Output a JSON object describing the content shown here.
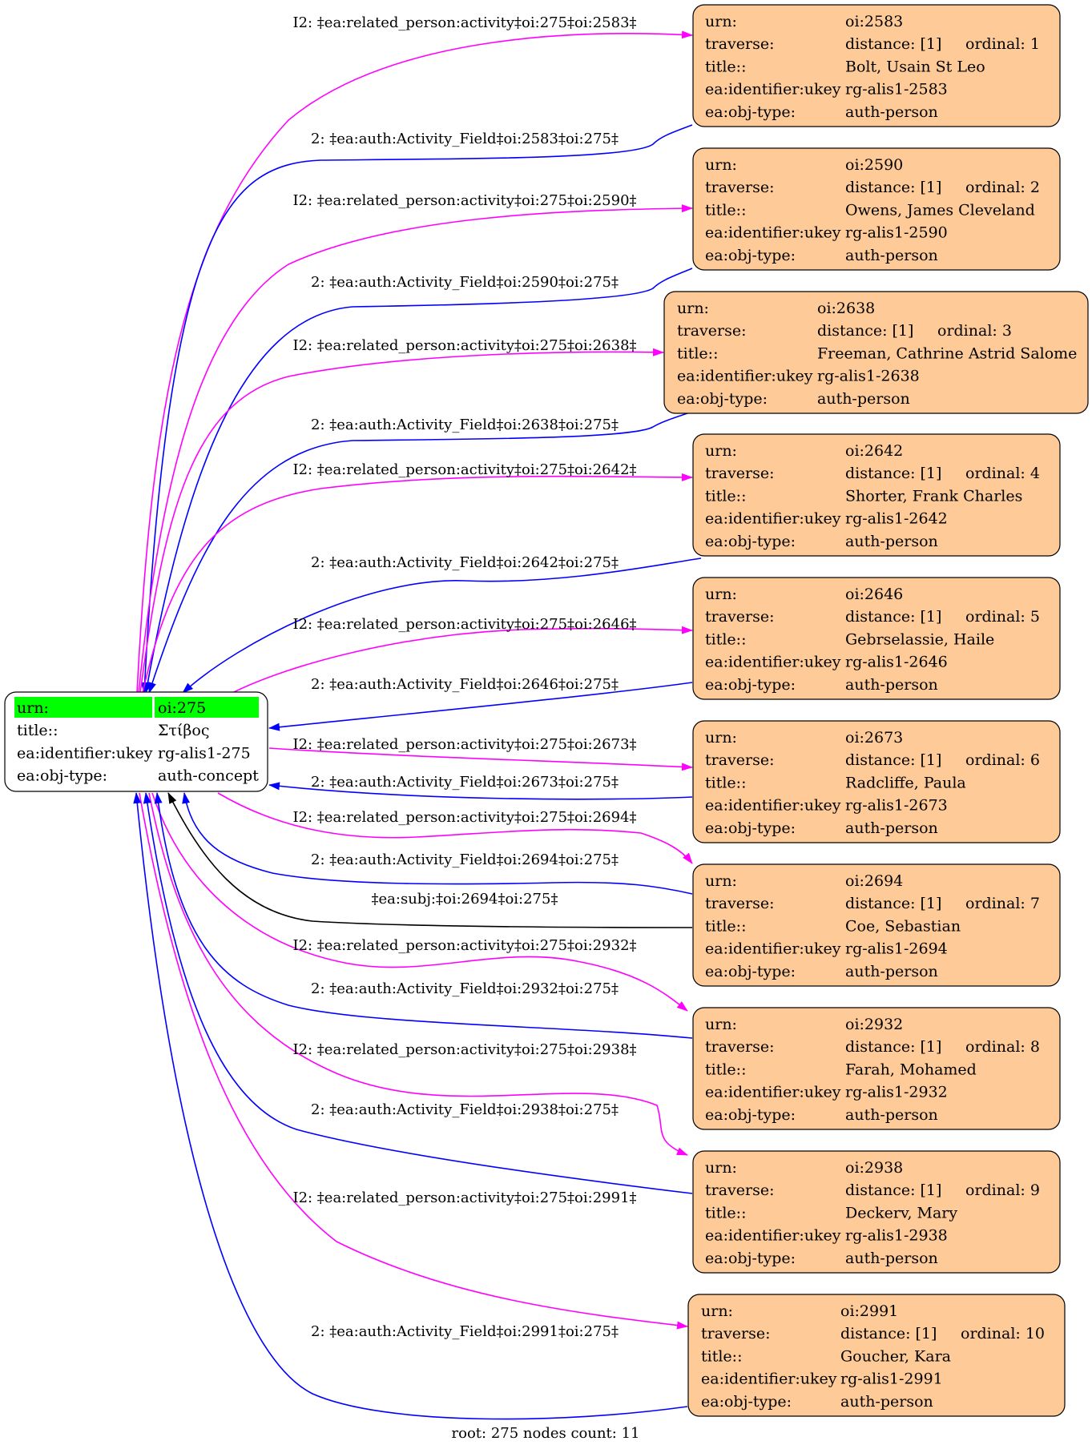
{
  "root": {
    "rows": [
      {
        "key": "urn:",
        "value": "oi:275",
        "highlight": true
      },
      {
        "key": "title::",
        "value": "Στίβος"
      },
      {
        "key": "ea:identifier:ukey",
        "value": "rg-alis1-275"
      },
      {
        "key": "ea:obj-type:",
        "value": "auth-concept"
      }
    ]
  },
  "nodes": [
    {
      "urn": "oi:2583",
      "distance": "distance: [1]",
      "ordinal": "ordinal: 1",
      "title": "Bolt, Usain St Leo",
      "ukey": "rg-alis1-2583",
      "objtype": "auth-person"
    },
    {
      "urn": "oi:2590",
      "distance": "distance: [1]",
      "ordinal": "ordinal: 2",
      "title": "Owens, James Cleveland",
      "ukey": "rg-alis1-2590",
      "objtype": "auth-person"
    },
    {
      "urn": "oi:2638",
      "distance": "distance: [1]",
      "ordinal": "ordinal: 3",
      "title": "Freeman, Cathrine Astrid Salome",
      "ukey": "rg-alis1-2638",
      "objtype": "auth-person"
    },
    {
      "urn": "oi:2642",
      "distance": "distance: [1]",
      "ordinal": "ordinal: 4",
      "title": "Shorter, Frank Charles",
      "ukey": "rg-alis1-2642",
      "objtype": "auth-person"
    },
    {
      "urn": "oi:2646",
      "distance": "distance: [1]",
      "ordinal": "ordinal: 5",
      "title": "Gebrselassie, Haile",
      "ukey": "rg-alis1-2646",
      "objtype": "auth-person"
    },
    {
      "urn": "oi:2673",
      "distance": "distance: [1]",
      "ordinal": "ordinal: 6",
      "title": "Radcliffe, Paula",
      "ukey": "rg-alis1-2673",
      "objtype": "auth-person"
    },
    {
      "urn": "oi:2694",
      "distance": "distance: [1]",
      "ordinal": "ordinal: 7",
      "title": "Coe, Sebastian",
      "ukey": "rg-alis1-2694",
      "objtype": "auth-person"
    },
    {
      "urn": "oi:2932",
      "distance": "distance: [1]",
      "ordinal": "ordinal: 8",
      "title": "Farah, Mohamed",
      "ukey": "rg-alis1-2932",
      "objtype": "auth-person"
    },
    {
      "urn": "oi:2938",
      "distance": "distance: [1]",
      "ordinal": "ordinal: 9",
      "title": "Deckerv, Mary",
      "ukey": "rg-alis1-2938",
      "objtype": "auth-person"
    },
    {
      "urn": "oi:2991",
      "distance": "distance: [1]",
      "ordinal": "ordinal: 10",
      "title": "Goucher, Kara",
      "ukey": "rg-alis1-2991",
      "objtype": "auth-person"
    }
  ],
  "node_keys": {
    "urn": "urn:",
    "traverse": "traverse:",
    "title": "title::",
    "ukey": "ea:identifier:ukey",
    "objtype": "ea:obj-type:"
  },
  "edges": [
    {
      "label": "I2: ‡ea:related_person:activity‡oi:275‡oi:2583‡",
      "kind": "related",
      "color": "#ff00ff",
      "target": 0
    },
    {
      "label": "2: ‡ea:auth:Activity_Field‡oi:2583‡oi:275‡",
      "kind": "activity",
      "color": "#0000ff",
      "target": 0
    },
    {
      "label": "I2: ‡ea:related_person:activity‡oi:275‡oi:2590‡",
      "kind": "related",
      "color": "#ff00ff",
      "target": 1
    },
    {
      "label": "2: ‡ea:auth:Activity_Field‡oi:2590‡oi:275‡",
      "kind": "activity",
      "color": "#0000ff",
      "target": 1
    },
    {
      "label": "I2: ‡ea:related_person:activity‡oi:275‡oi:2638‡",
      "kind": "related",
      "color": "#ff00ff",
      "target": 2
    },
    {
      "label": "2: ‡ea:auth:Activity_Field‡oi:2638‡oi:275‡",
      "kind": "activity",
      "color": "#0000ff",
      "target": 2
    },
    {
      "label": "I2: ‡ea:related_person:activity‡oi:275‡oi:2642‡",
      "kind": "related",
      "color": "#ff00ff",
      "target": 3
    },
    {
      "label": "2: ‡ea:auth:Activity_Field‡oi:2642‡oi:275‡",
      "kind": "activity",
      "color": "#0000ff",
      "target": 3
    },
    {
      "label": "I2: ‡ea:related_person:activity‡oi:275‡oi:2646‡",
      "kind": "related",
      "color": "#ff00ff",
      "target": 4
    },
    {
      "label": "2: ‡ea:auth:Activity_Field‡oi:2646‡oi:275‡",
      "kind": "activity",
      "color": "#0000ff",
      "target": 4
    },
    {
      "label": "I2: ‡ea:related_person:activity‡oi:275‡oi:2673‡",
      "kind": "related",
      "color": "#ff00ff",
      "target": 5
    },
    {
      "label": "2: ‡ea:auth:Activity_Field‡oi:2673‡oi:275‡",
      "kind": "activity",
      "color": "#0000ff",
      "target": 5
    },
    {
      "label": "I2: ‡ea:related_person:activity‡oi:275‡oi:2694‡",
      "kind": "related",
      "color": "#ff00ff",
      "target": 6
    },
    {
      "label": "2: ‡ea:auth:Activity_Field‡oi:2694‡oi:275‡",
      "kind": "activity",
      "color": "#0000ff",
      "target": 6
    },
    {
      "label": "‡ea:subj:‡oi:2694‡oi:275‡",
      "kind": "subj",
      "color": "#000000",
      "target": 6
    },
    {
      "label": "I2: ‡ea:related_person:activity‡oi:275‡oi:2932‡",
      "kind": "related",
      "color": "#ff00ff",
      "target": 7
    },
    {
      "label": "2: ‡ea:auth:Activity_Field‡oi:2932‡oi:275‡",
      "kind": "activity",
      "color": "#0000ff",
      "target": 7
    },
    {
      "label": "I2: ‡ea:related_person:activity‡oi:275‡oi:2938‡",
      "kind": "related",
      "color": "#ff00ff",
      "target": 8
    },
    {
      "label": "2: ‡ea:auth:Activity_Field‡oi:2938‡oi:275‡",
      "kind": "activity",
      "color": "#0000ff",
      "target": 8
    },
    {
      "label": "I2: ‡ea:related_person:activity‡oi:275‡oi:2991‡",
      "kind": "related",
      "color": "#ff00ff",
      "target": 9
    },
    {
      "label": "2: ‡ea:auth:Activity_Field‡oi:2991‡oi:275‡",
      "kind": "activity",
      "color": "#0000ff",
      "target": 9
    }
  ],
  "colors": {
    "node_fill": "#fecb98",
    "highlight": "#00ff00",
    "related": "#ff00ff",
    "activity": "#0000ff",
    "subj": "#000000"
  },
  "footer": "root: 275 nodes count: 11"
}
